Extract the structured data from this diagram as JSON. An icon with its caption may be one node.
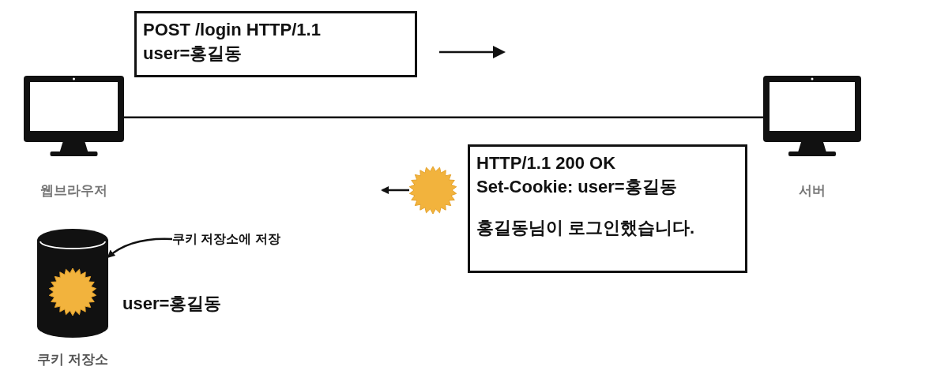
{
  "diagram": {
    "nodes": [
      {
        "text": [
          "POST /login HTTP/1.1",
          "user=홍길동"
        ]
      },
      {
        "text": [
          "웹브라우저"
        ]
      },
      {
        "text": [
          "서버"
        ]
      },
      {
        "text": [],
        "shape": "star"
      },
      {
        "text": [
          "HTTP/1.1 200 OK",
          "Set-Cookie: user=홍길동",
          "홍길동님이 로그인했습니다."
        ]
      },
      {
        "text": [
          "쿠키 저장소에 저장"
        ]
      },
      {
        "text": [
          "쿠키 저장소"
        ],
        "beside": [
          "user=홍길동"
        ]
      },
      {
        "text": [],
        "shape": "star",
        "in": 6
      }
    ],
    "edges": [
      {
        "from": 1,
        "to": 2,
        "arrow": "none"
      },
      {
        "from": 3,
        "to": null,
        "arrow": "to"
      },
      {
        "from": 5,
        "to": 6,
        "arrow": "to"
      }
    ]
  }
}
